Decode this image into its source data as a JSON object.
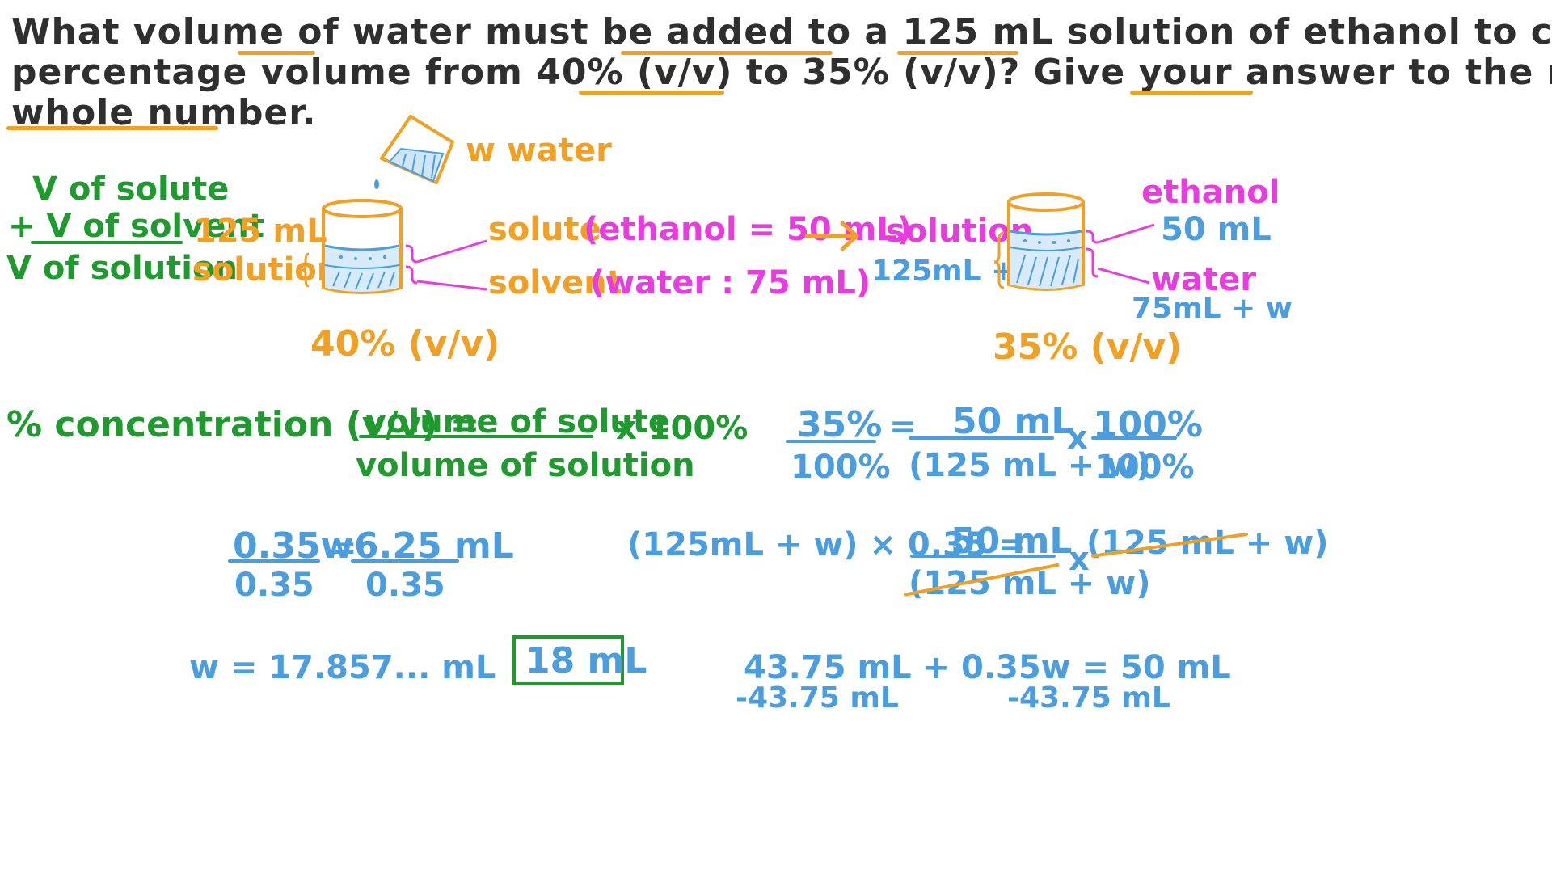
{
  "question": {
    "line1": "What volume of water must be added to a 125 mL solution of ethanol to change its",
    "line2": "percentage volume from 40% (v/v) to 35% (v/v)? Give your answer to the nearest",
    "line3": "whole number."
  },
  "diagram": {
    "water_label": "w water",
    "left_key": {
      "line1": "V of solute",
      "line2": "+ V of solvent",
      "line3": "V of solution"
    },
    "left_volume": "125 mL",
    "left_solution_label": "solution",
    "solute_text": "solute",
    "solute_detail": "(ethanol = 50 mL)",
    "solvent_text": "solvent",
    "solvent_detail": "(water : 75 mL)",
    "left_percent": "40% (v/v)",
    "right_solution_label": "solution",
    "right_volume": "125mL + w",
    "right_ethanol_label": "ethanol",
    "right_ethanol_volume": "50 mL",
    "right_water_label": "water",
    "right_water_volume": "75mL + w",
    "right_percent": "35% (v/v)"
  },
  "formula": {
    "lhs": "% concentration (v/v) =",
    "numerator": "volume of solute",
    "denominator": "volume of solution",
    "times": "x 100%"
  },
  "substitution": {
    "f1_num": "35%",
    "f1_den": "100%",
    "eq": "=",
    "f2_num": "50 mL",
    "f2_den": "(125 mL + w)",
    "times": "x",
    "f3_num": "100%",
    "f3_den": "100%"
  },
  "step2": {
    "lhs": "(125mL + w) × 0.35 =",
    "num": "50 mL",
    "den": "(125 mL + w)",
    "times": "x",
    "rhs": "(125 mL + w)"
  },
  "step3": {
    "num_left": "0.35w",
    "eq": "=",
    "num_right": "6.25 mL",
    "den_left": "0.35",
    "den_right": "0.35"
  },
  "step4": {
    "line1": "43.75 mL + 0.35w = 50 mL",
    "sub_left": "-43.75 mL",
    "sub_right": "-43.75 mL"
  },
  "result": {
    "w_value": "w = 17.857... mL",
    "answer": "18 mL"
  },
  "colors": {
    "question": "#2f2f2f",
    "orange": "#f2a024",
    "green": "#1f9a2f",
    "pink": "#e83ce0",
    "blue": "#4a9ee0"
  }
}
